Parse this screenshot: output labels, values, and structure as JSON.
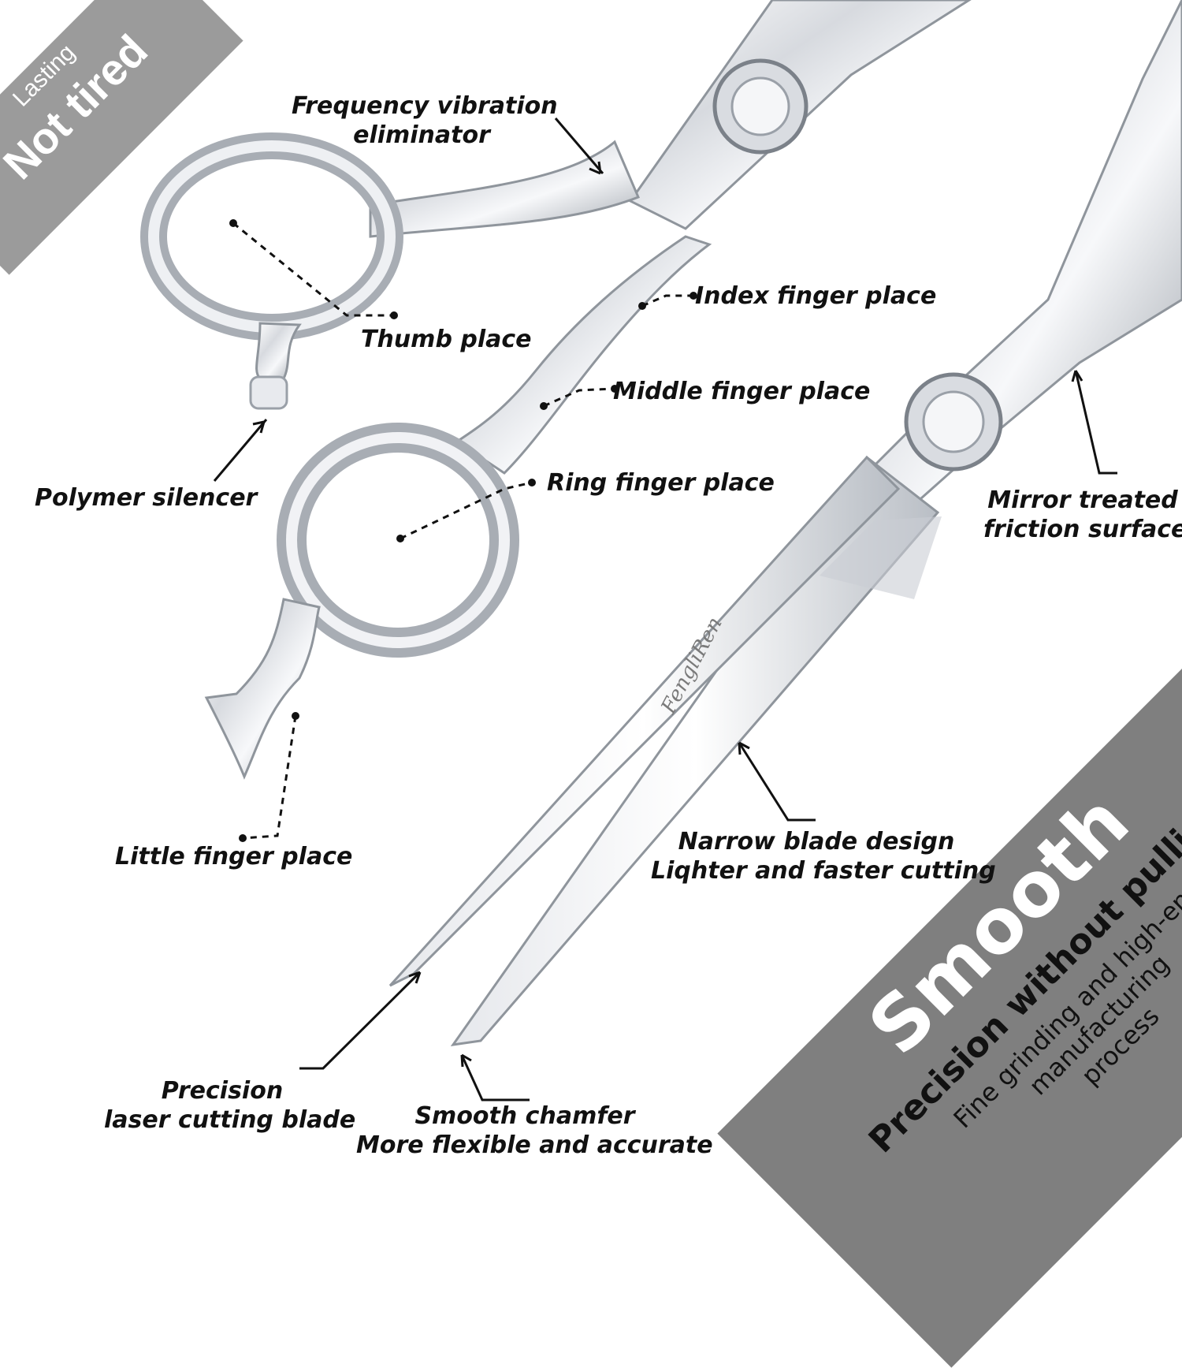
{
  "badge_top_left": {
    "small": "Lasting",
    "big": "Not tired"
  },
  "badge_bottom_right": {
    "headline": "Smooth",
    "subheadline": "Precision without pulling",
    "detail_lines": [
      "Fine grinding and high-end",
      "manufacturing",
      "process"
    ]
  },
  "brand_engraving": "FengliRen",
  "labels": {
    "frequency": [
      "Frequency vibration",
      "eliminator"
    ],
    "thumb": "Thumb place",
    "index": "Index finger place",
    "middle": "Middle finger place",
    "ring": "Ring finger place",
    "silencer": "Polymer silencer",
    "mirror": [
      "Mirror treated",
      "friction surface"
    ],
    "little": "Little finger place",
    "narrow": [
      "Narrow blade design",
      "Liqhter and faster cutting"
    ],
    "precision": [
      "Precision",
      "laser cutting blade"
    ],
    "chamfer": [
      "Smooth chamfer",
      "More flexible and accurate"
    ]
  },
  "colors": {
    "steel_light": "#f4f5f7",
    "steel_mid": "#c9ccd1",
    "steel_dark": "#6e737a",
    "badge_light": "#9b9b9b",
    "badge_dark": "#7f7f7f"
  }
}
